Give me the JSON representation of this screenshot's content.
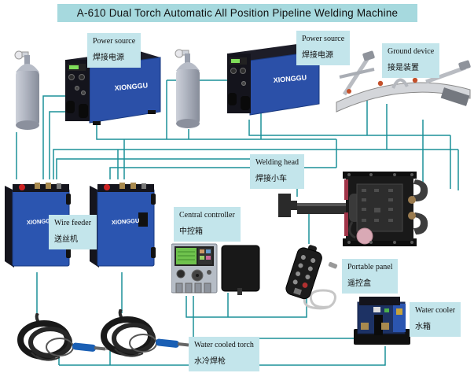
{
  "title": "A-610 Dual Torch Automatic All Position Pipeline Welding Machine",
  "brand": "XIONGGU",
  "colors": {
    "title_bg": "#a6d9de",
    "label_bg": "#c3e5eb",
    "connector_line": "#1b9199",
    "machine_blue": "#2b50a8"
  },
  "labels": {
    "power_source_1": {
      "en": "Power source",
      "zh": "焊接电源"
    },
    "power_source_2": {
      "en": "Power source",
      "zh": "焊接电源"
    },
    "ground_device": {
      "en": "Ground device",
      "zh": "接是装置"
    },
    "welding_head": {
      "en": "Welding head",
      "zh": "焊接小车"
    },
    "wire_feeder": {
      "en": "Wire feeder",
      "zh": "送丝机"
    },
    "central_controller": {
      "en": "Central controller",
      "zh": "中控箱"
    },
    "portable_panel": {
      "en": "Portable panel",
      "zh": "遥控盒"
    },
    "water_cooler": {
      "en": "Water cooler",
      "zh": "水箱"
    },
    "water_cooled_torch": {
      "en": "Water cooled torch",
      "zh": "水冷焊枪"
    }
  },
  "components": [
    "gas-cylinder-1",
    "power-source-1",
    "gas-cylinder-2",
    "power-source-2",
    "ground-device",
    "wire-feeder-1",
    "wire-feeder-2",
    "welding-head",
    "central-controller",
    "portable-panel",
    "water-cooler",
    "water-cooled-torch-1",
    "water-cooled-torch-2"
  ],
  "connections": [
    {
      "from": "gas-cylinder-1",
      "to": "wire-feeder-1"
    },
    {
      "from": "power-source-1",
      "to": "wire-feeder-1"
    },
    {
      "from": "gas-cylinder-2",
      "to": "wire-feeder-2"
    },
    {
      "from": "power-source-2",
      "to": "wire-feeder-2"
    },
    {
      "from": "power-source-1",
      "to": "welding-head"
    },
    {
      "from": "power-source-2",
      "to": "welding-head"
    },
    {
      "from": "ground-device",
      "to": "welding-head"
    },
    {
      "from": "welding-head",
      "to": "portable-panel"
    },
    {
      "from": "central-controller",
      "to": "portable-panel"
    },
    {
      "from": "central-controller",
      "to": "water-cooler"
    },
    {
      "from": "wire-feeder-1",
      "to": "water-cooled-torch-1"
    },
    {
      "from": "wire-feeder-2",
      "to": "water-cooled-torch-2"
    },
    {
      "from": "water-cooled-torch-1",
      "to": "water-cooler"
    }
  ]
}
